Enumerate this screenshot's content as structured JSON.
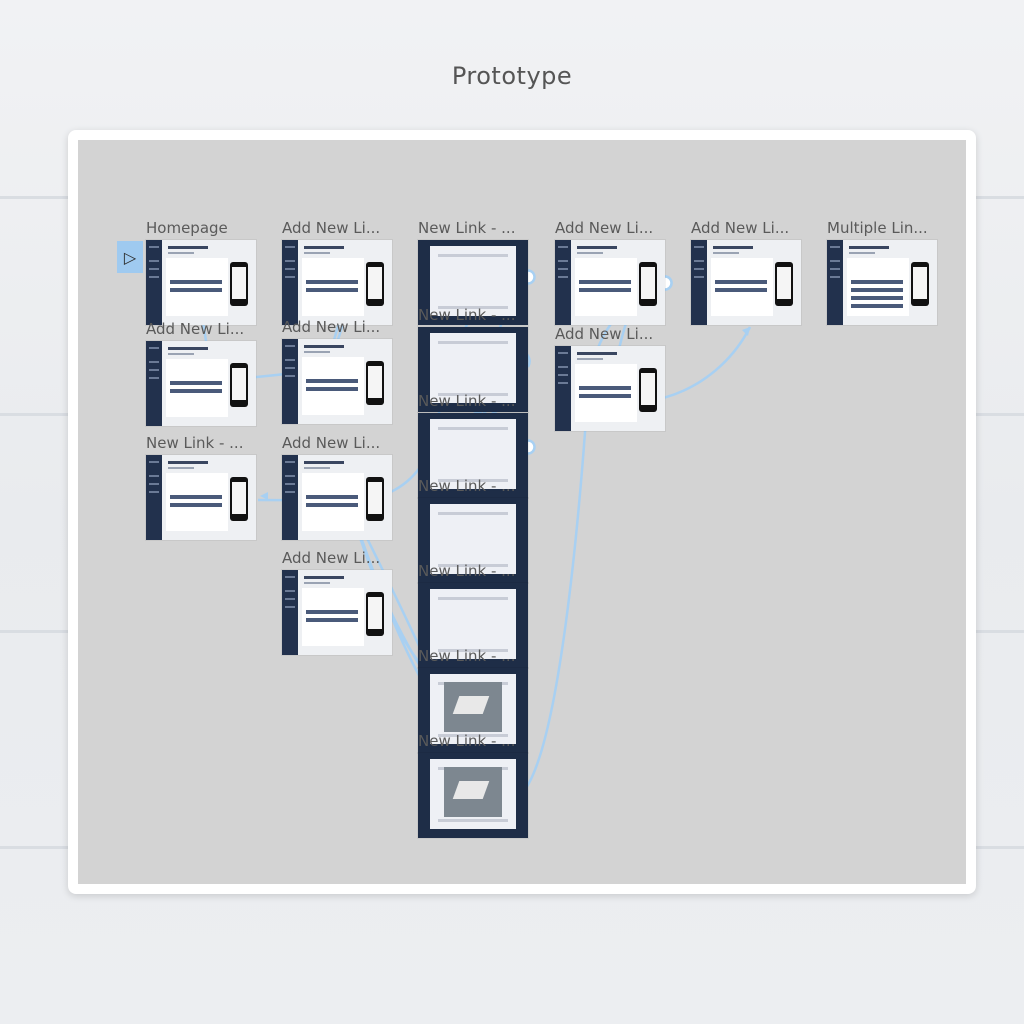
{
  "page": {
    "title": "Prototype"
  },
  "prototype": {
    "start_icon": "play-icon",
    "wire_color": "#a8d0f2",
    "artboards": [
      {
        "id": "homepage",
        "label": "Homepage",
        "style": "light"
      },
      {
        "id": "anl1",
        "label": "Add New Li...",
        "style": "light"
      },
      {
        "id": "newlink1",
        "label": "New Link - ...",
        "style": "light"
      },
      {
        "id": "anl2",
        "label": "Add New Li...",
        "style": "light"
      },
      {
        "id": "anl3",
        "label": "Add New Li...",
        "style": "light"
      },
      {
        "id": "anl4",
        "label": "Add New Li...",
        "style": "light"
      },
      {
        "id": "anl5",
        "label": "Add New Li...",
        "style": "light"
      },
      {
        "id": "nl1",
        "label": "New Link - ...",
        "style": "dark"
      },
      {
        "id": "nl2",
        "label": "New Link - ...",
        "style": "dark"
      },
      {
        "id": "nl3",
        "label": "New Link - ...",
        "style": "dark"
      },
      {
        "id": "nl4",
        "label": "New Link - ...",
        "style": "dark"
      },
      {
        "id": "nl5",
        "label": "New Link - ...",
        "style": "dark"
      },
      {
        "id": "nl6",
        "label": "New Link - ...",
        "style": "dark"
      },
      {
        "id": "nl7",
        "label": "New Link - ...",
        "style": "dark"
      },
      {
        "id": "anl6",
        "label": "Add New Li...",
        "style": "light"
      },
      {
        "id": "anl7",
        "label": "Add New Li...",
        "style": "light"
      },
      {
        "id": "anl8",
        "label": "Add New Li...",
        "style": "light"
      },
      {
        "id": "multi",
        "label": "Multiple Lin...",
        "style": "light"
      }
    ]
  }
}
